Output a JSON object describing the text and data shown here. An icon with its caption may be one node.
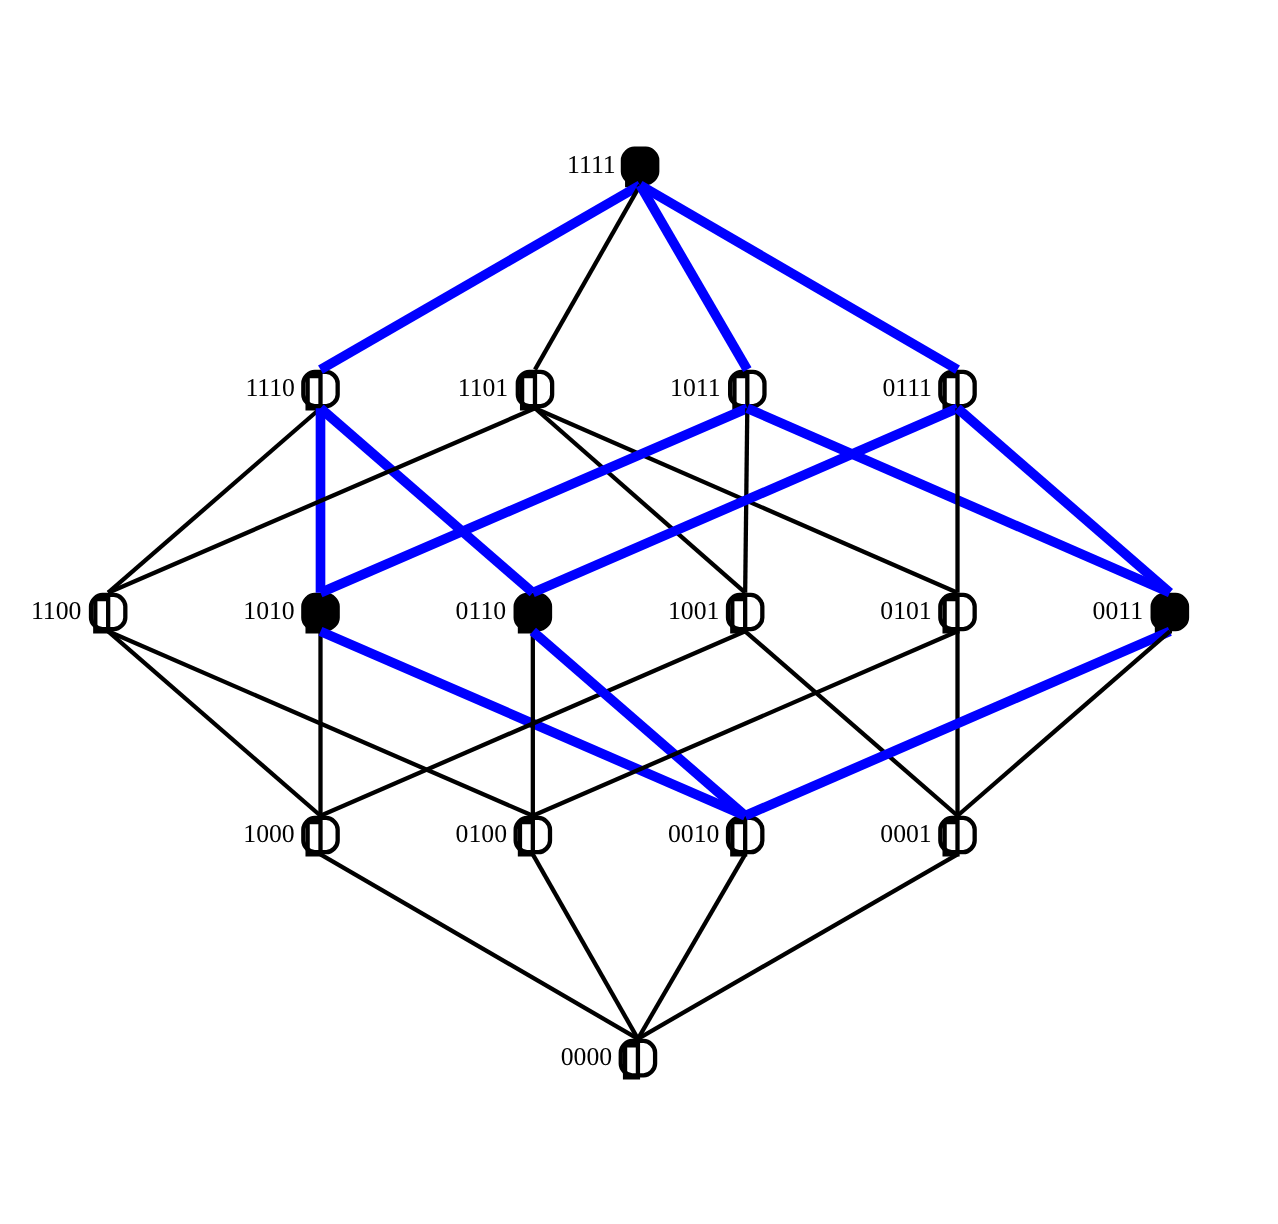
{
  "diagram": {
    "nodes": [
      {
        "text": [],
        "shape": "dot",
        "beside": [
          "1111"
        ]
      },
      {
        "text": [],
        "shape": "circle",
        "beside": [
          "1110"
        ]
      },
      {
        "text": [],
        "shape": "circle",
        "beside": [
          "1101"
        ]
      },
      {
        "text": [],
        "shape": "circle",
        "beside": [
          "1011"
        ]
      },
      {
        "text": [],
        "shape": "circle",
        "beside": [
          "0111"
        ]
      },
      {
        "text": [],
        "shape": "circle",
        "beside": [
          "1100"
        ]
      },
      {
        "text": [],
        "shape": "dot",
        "beside": [
          "1010"
        ]
      },
      {
        "text": [],
        "shape": "circle",
        "beside": [
          "1001"
        ]
      },
      {
        "text": [],
        "shape": "dot",
        "beside": [
          "0110"
        ]
      },
      {
        "text": [],
        "shape": "circle",
        "beside": [
          "0101"
        ]
      },
      {
        "text": [],
        "shape": "dot",
        "beside": [
          "0011"
        ]
      },
      {
        "text": [],
        "shape": "circle",
        "beside": [
          "1000"
        ]
      },
      {
        "text": [],
        "shape": "circle",
        "beside": [
          "0100"
        ]
      },
      {
        "text": [],
        "shape": "circle",
        "beside": [
          "0010"
        ]
      },
      {
        "text": [],
        "shape": "circle",
        "beside": [
          "0001"
        ]
      },
      {
        "text": [],
        "shape": "circle",
        "beside": [
          "0000"
        ]
      }
    ],
    "edges": [
      {
        "from": 0,
        "to": 1,
        "arrow": "none",
        "style": "thick",
        "color": "#0000ff"
      },
      {
        "from": 0,
        "to": 2,
        "arrow": "none"
      },
      {
        "from": 0,
        "to": 3,
        "arrow": "none",
        "style": "thick",
        "color": "#0000ff"
      },
      {
        "from": 0,
        "to": 4,
        "arrow": "none",
        "style": "thick",
        "color": "#0000ff"
      },
      {
        "from": 1,
        "to": 5,
        "arrow": "none"
      },
      {
        "from": 1,
        "to": 6,
        "arrow": "none",
        "style": "thick",
        "color": "#0000ff"
      },
      {
        "from": 1,
        "to": 8,
        "arrow": "none",
        "style": "thick",
        "color": "#0000ff"
      },
      {
        "from": 2,
        "to": 5,
        "arrow": "none"
      },
      {
        "from": 2,
        "to": 7,
        "arrow": "none"
      },
      {
        "from": 2,
        "to": 9,
        "arrow": "none"
      },
      {
        "from": 3,
        "to": 6,
        "arrow": "none",
        "style": "thick",
        "color": "#0000ff"
      },
      {
        "from": 3,
        "to": 7,
        "arrow": "none"
      },
      {
        "from": 3,
        "to": 10,
        "arrow": "none",
        "style": "thick",
        "color": "#0000ff"
      },
      {
        "from": 4,
        "to": 8,
        "arrow": "none",
        "style": "thick",
        "color": "#0000ff"
      },
      {
        "from": 4,
        "to": 9,
        "arrow": "none"
      },
      {
        "from": 4,
        "to": 10,
        "arrow": "none",
        "style": "thick",
        "color": "#0000ff"
      },
      {
        "from": 5,
        "to": 11,
        "arrow": "none"
      },
      {
        "from": 5,
        "to": 12,
        "arrow": "none"
      },
      {
        "from": 6,
        "to": 11,
        "arrow": "none"
      },
      {
        "from": 6,
        "to": 13,
        "arrow": "none",
        "style": "thick",
        "color": "#0000ff"
      },
      {
        "from": 7,
        "to": 11,
        "arrow": "none"
      },
      {
        "from": 7,
        "to": 14,
        "arrow": "none"
      },
      {
        "from": 8,
        "to": 12,
        "arrow": "none"
      },
      {
        "from": 8,
        "to": 13,
        "arrow": "none",
        "style": "thick",
        "color": "#0000ff"
      },
      {
        "from": 9,
        "to": 12,
        "arrow": "none"
      },
      {
        "from": 9,
        "to": 14,
        "arrow": "none"
      },
      {
        "from": 10,
        "to": 13,
        "arrow": "none",
        "style": "thick",
        "color": "#0000ff"
      },
      {
        "from": 10,
        "to": 14,
        "arrow": "none"
      },
      {
        "from": 11,
        "to": 15,
        "arrow": "none"
      },
      {
        "from": 12,
        "to": 15,
        "arrow": "none"
      },
      {
        "from": 13,
        "to": 15,
        "arrow": "none"
      },
      {
        "from": 14,
        "to": 15,
        "arrow": "none"
      }
    ]
  }
}
